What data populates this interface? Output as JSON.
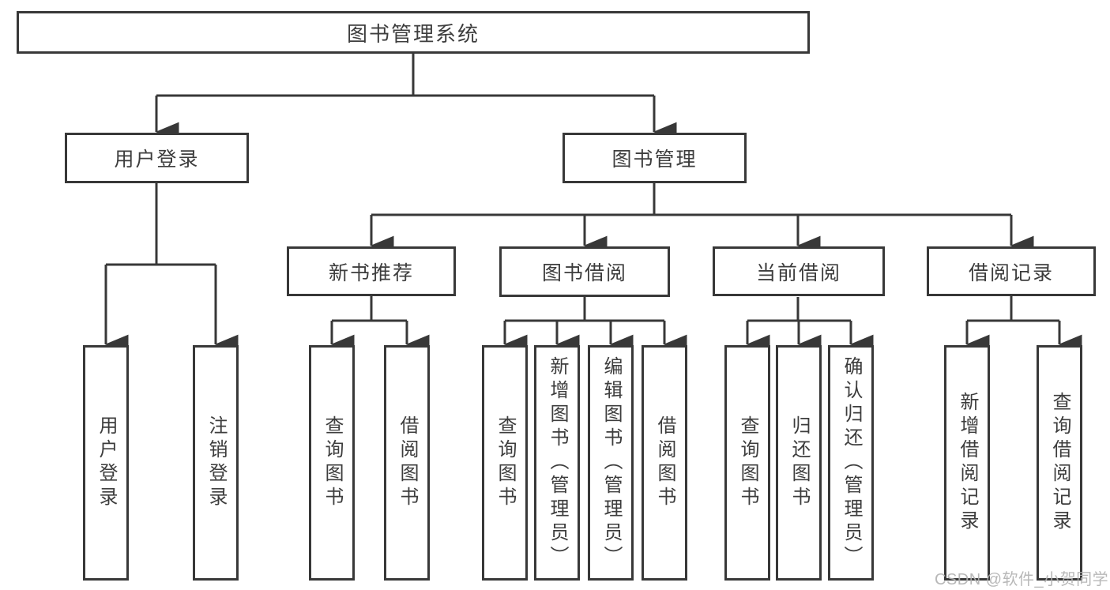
{
  "diagram": {
    "root": {
      "label": "图书管理系统"
    },
    "level2": [
      {
        "label": "用户登录",
        "children": [
          {
            "label": "用户登录"
          },
          {
            "label": "注销登录"
          }
        ]
      },
      {
        "label": "图书管理",
        "children": [
          {
            "label": "新书推荐",
            "children": [
              {
                "label": "查询图书"
              },
              {
                "label": "借阅图书"
              }
            ]
          },
          {
            "label": "图书借阅",
            "children": [
              {
                "label": "查询图书"
              },
              {
                "label": "新增图书（管理员）"
              },
              {
                "label": "编辑图书（管理员）"
              },
              {
                "label": "借阅图书"
              }
            ]
          },
          {
            "label": "当前借阅",
            "children": [
              {
                "label": "查询图书"
              },
              {
                "label": "归还图书"
              },
              {
                "label": "确认归还（管理员）"
              }
            ]
          },
          {
            "label": "借阅记录",
            "children": [
              {
                "label": "新增借阅记录"
              },
              {
                "label": "查询借阅记录"
              }
            ]
          }
        ]
      }
    ],
    "watermark": "CSDN @软件_小贺同学",
    "colors": {
      "line": "#383838",
      "text": "#3d3d3d",
      "background": "#ffffff",
      "watermark": "#b2b2b2"
    }
  }
}
